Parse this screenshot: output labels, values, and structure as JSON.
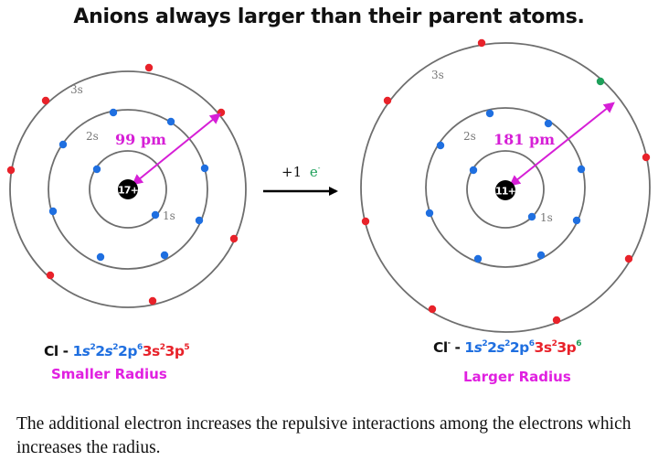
{
  "title": "Anions always larger than their parent atoms.",
  "colors": {
    "orbit": "#6e6e6e",
    "inner_electron": "#1f6fe0",
    "valence_electron": "#e8222a",
    "added_electron": "#1ea05a",
    "radius_arrow": "#d61fd6",
    "nucleus": "#000000",
    "shell_label": "#777777"
  },
  "reaction_arrow": {
    "label_prefix": "+1",
    "label_electron": "e",
    "label_charge": "-"
  },
  "atoms": [
    {
      "id": "chlorine-atom",
      "nucleus_label": "17+",
      "radius_label": "99 pm",
      "shell_labels": [
        "1s",
        "2s",
        "3s"
      ],
      "formula": {
        "symbol": "Cl",
        "charge": "",
        "separator": "-",
        "core": [
          {
            "n": "1",
            "l": "s",
            "e": "2"
          },
          {
            "n": "2",
            "l": "s",
            "e": "2"
          },
          {
            "n": "2",
            "l": "p",
            "e": "6"
          }
        ],
        "valence": [
          {
            "n": "3",
            "l": "s",
            "e": "2"
          },
          {
            "n": "3",
            "l": "p",
            "e": "5"
          }
        ]
      },
      "size_caption": "Smaller Radius"
    },
    {
      "id": "chloride-ion",
      "nucleus_label": "11+",
      "radius_label": "181 pm",
      "shell_labels": [
        "1s",
        "2s",
        "3s"
      ],
      "formula": {
        "symbol": "Cl",
        "charge": "-",
        "separator": "-",
        "core": [
          {
            "n": "1",
            "l": "s",
            "e": "2"
          },
          {
            "n": "2",
            "l": "s",
            "e": "2"
          },
          {
            "n": "2",
            "l": "p",
            "e": "6"
          }
        ],
        "valence": [
          {
            "n": "3",
            "l": "s",
            "e": "2"
          },
          {
            "n": "3",
            "l": "p",
            "e": "6"
          }
        ]
      },
      "size_caption": "Larger Radius"
    }
  ],
  "caption": "The additional electron increases the repulsive interactions among the electrons which increases the radius."
}
